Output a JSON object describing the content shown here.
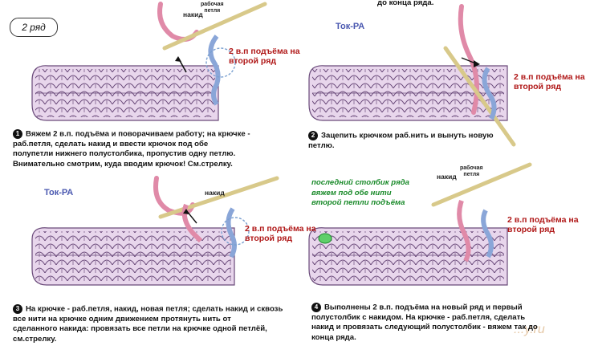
{
  "row_badge": "2 ряд",
  "top_continuation": "до конца ряда.",
  "labels": {
    "nakid": "накид",
    "rabochaya_petlya": "рабочая\nпетля",
    "lift_2": "2 в.п подъёма на\nвторой ряд",
    "tok_ra": "Ток-РА"
  },
  "steps": [
    {
      "num": "1",
      "text": "Вяжем 2 в.п. подъёма и поворачиваем работу; на крючке -\nраб.петля, сделать накид и ввести крючок под обе\nполупетли нижнего полустолбика, пропустив одну петлю.\nВнимательно смотрим, куда вводим крючок! См.стрелку."
    },
    {
      "num": "2",
      "text": "Зацепить крючком раб.нить и вынуть новую\nпетлю."
    },
    {
      "num": "3",
      "text": "На крючке - раб.петля, накид, новая петля; сделать накид и сквозь\nвсе нити на крючке одним движением протянуть нить от\nсделанного накида: провязать все петли на крючке одной петлёй,\nсм.стрелку."
    },
    {
      "num": "4",
      "text": "Выполнены 2 в.п. подъёма на новый ряд и первый\nполустолбик с накидом. На крючке - раб.петля, сделать\nнакид и провязать следующий полустолбик - вяжем так до\nконца ряда."
    }
  ],
  "green_note": "последний столбик ряда\nвяжем под обе нити\nвторой петли подъёма",
  "watermark": "...y.ru",
  "colors": {
    "fabric_fill": "#e8d6ec",
    "fabric_stroke": "#6a4a7a",
    "pink_yarn": "#e08aa8",
    "blue_loops": "#8aa6d8",
    "hook": "#d8c98a",
    "red_text": "#b01818",
    "tok_ra": "#4a58b0",
    "green_note": "#1a8a2a"
  }
}
